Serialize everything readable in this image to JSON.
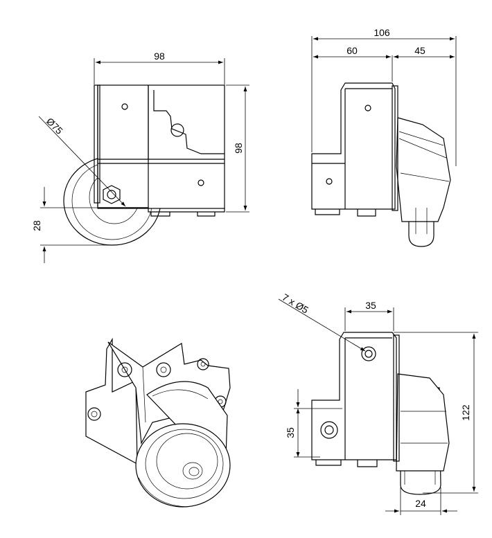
{
  "drawing": {
    "front_view": {
      "width_label": "98",
      "height_label": "98",
      "wheel_diameter_label": "Ø75",
      "offset_label": "28"
    },
    "side_view": {
      "overall_label": "106",
      "body_label": "60",
      "wheel_label": "45"
    },
    "bottom_right_view": {
      "holes_label": "7 x Ø5",
      "hole_spacing_label": "35",
      "vertical_spacing_label": "35",
      "height_label": "122",
      "wheel_width_label": "24"
    }
  }
}
